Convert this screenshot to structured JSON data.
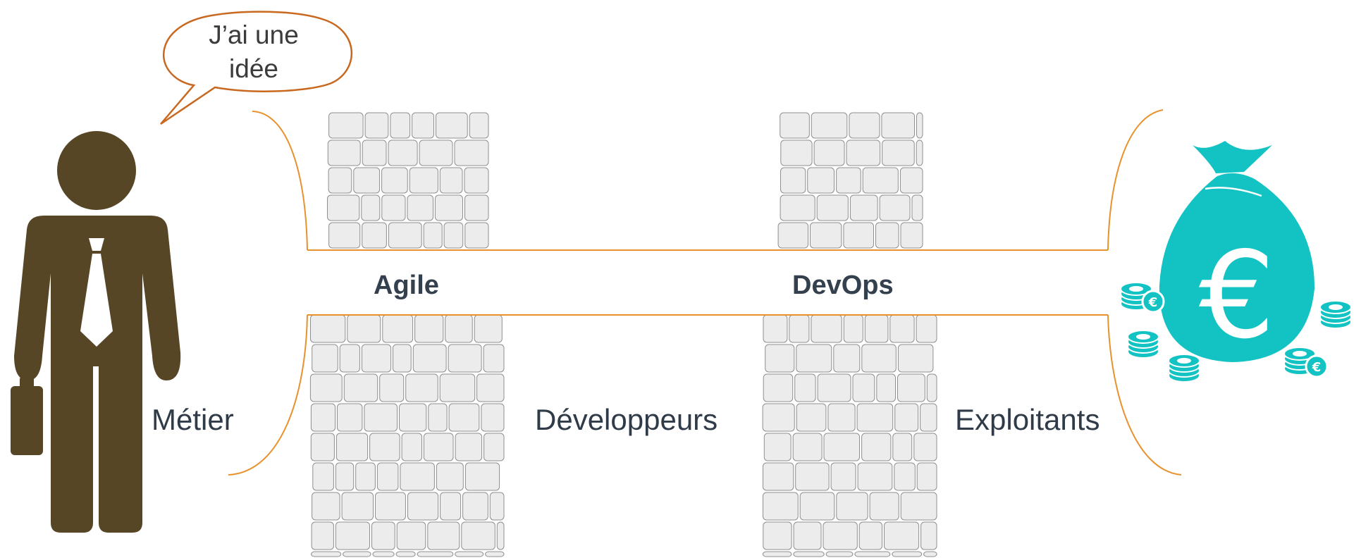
{
  "speech_bubble": {
    "line1": "J’ai une",
    "line2": "idée"
  },
  "bridge_labels": {
    "agile": "Agile",
    "devops": "DevOps"
  },
  "groups": {
    "metier": "Métier",
    "developpeurs": "Développeurs",
    "exploitants": "Exploitants"
  },
  "icons": {
    "person": "businessman-icon",
    "money": "money-bag-euro-icon",
    "coins": "coin-stack-icon"
  },
  "colors": {
    "person": "#574626",
    "accent_line": "#e8922e",
    "bubble_stroke": "#c9681f",
    "money": "#13c3c3",
    "stone_fill": "#ececec",
    "stone_stroke": "#8f8f8f",
    "text": "#2f3b48"
  }
}
